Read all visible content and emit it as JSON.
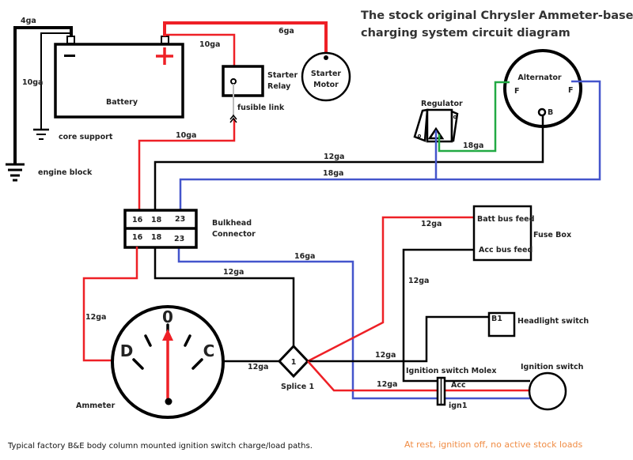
{
  "title": {
    "line1": "The stock original Chrysler Ammeter-based",
    "line2": "charging system circuit diagram"
  },
  "colors": {
    "positive": "#ee2026",
    "ground": "#000000",
    "field": "#4455cc",
    "regulator_field": "#22aa44",
    "fusible_link": "#bbbbbb",
    "note": "#f08c44"
  },
  "components": {
    "battery": {
      "label": "Battery",
      "negative": "−",
      "positive": "+"
    },
    "starter_relay": {
      "line1": "Starter",
      "line2": "Relay"
    },
    "starter_motor": {
      "line1": "Starter",
      "line2": "Motor"
    },
    "fusible_link": "fusible link",
    "core_support": "core support",
    "engine_block": "engine block",
    "regulator": "Regulator",
    "alternator": {
      "label": "Alternator",
      "field_left": "F",
      "field_right": "F",
      "battery_terminal": "B"
    },
    "bulkhead": {
      "line1": "Bulkhead",
      "line2": "Connector",
      "top_pins": [
        "16",
        "18",
        "23"
      ],
      "bottom_pins": [
        "16",
        "18",
        "23"
      ]
    },
    "fuse_box": {
      "label": "Fuse Box",
      "batt_feed": "Batt bus feed",
      "acc_feed": "Acc bus feed"
    },
    "headlight_switch": {
      "label": "Headlight switch",
      "terminal": "B1"
    },
    "ammeter": {
      "label": "Ammeter",
      "zero": "0",
      "discharge": "D",
      "charge": "C",
      "reading": 0
    },
    "splice": {
      "label": "Splice 1",
      "number": "1"
    },
    "ignition_molex": {
      "label": "Ignition switch Molex",
      "acc": "Acc",
      "ign": "ign1"
    },
    "ignition_switch": "Ignition switch"
  },
  "wire_gauges": {
    "ground_engine": "4ga",
    "ground_core": "10ga",
    "starter_motor": "6ga",
    "relay_feed": "10ga",
    "fusible_out": "10ga",
    "alt_output": "12ga",
    "alt_field": "18ga",
    "reg_field": "18ga",
    "field_ign": "16ga",
    "bulkhead_splice": "12ga",
    "ammeter_bulkhead": "12ga",
    "ammeter_splice": "12ga",
    "fusebox_batt": "12ga",
    "fusebox_acc": "12ga",
    "splice_headlight": "12ga",
    "splice_ignition": "12ga"
  },
  "footer": {
    "caption": "Typical factory B&E body column mounted ignition switch charge/load paths.",
    "state_note": "At rest, ignition off, no active stock loads"
  }
}
